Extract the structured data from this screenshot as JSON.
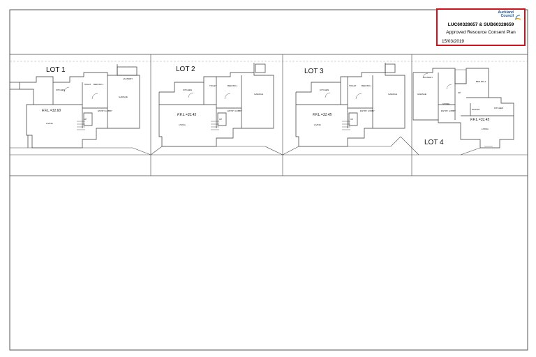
{
  "stamp": {
    "logo_line1": "Auckland",
    "logo_line2": "Council",
    "reference": "LUC60328657 & SUB60328659",
    "status": "Approved Resource Consent Plan",
    "date": "15/03/2019"
  },
  "plan": {
    "lots": [
      {
        "label": "LOT 1",
        "ffl": "F.F.L.=31.60"
      },
      {
        "label": "LOT 2",
        "ffl": "F.F.L.=31.45"
      },
      {
        "label": "LOT 3",
        "ffl": "F.F.L.=31.45"
      },
      {
        "label": "LOT 4",
        "ffl": "F.F.L.=31.45"
      }
    ],
    "rooms": {
      "kitchen": "KITCHEN",
      "toilet": "TOILET",
      "bed1": "BED RM 1",
      "laundry": "LAUNDRY",
      "garage": "GARAGE",
      "entry": "ENTRY LOBBY",
      "living": "LIVING",
      "up": "UP",
      "store": "STORE",
      "pantry": "PANTRY"
    }
  }
}
